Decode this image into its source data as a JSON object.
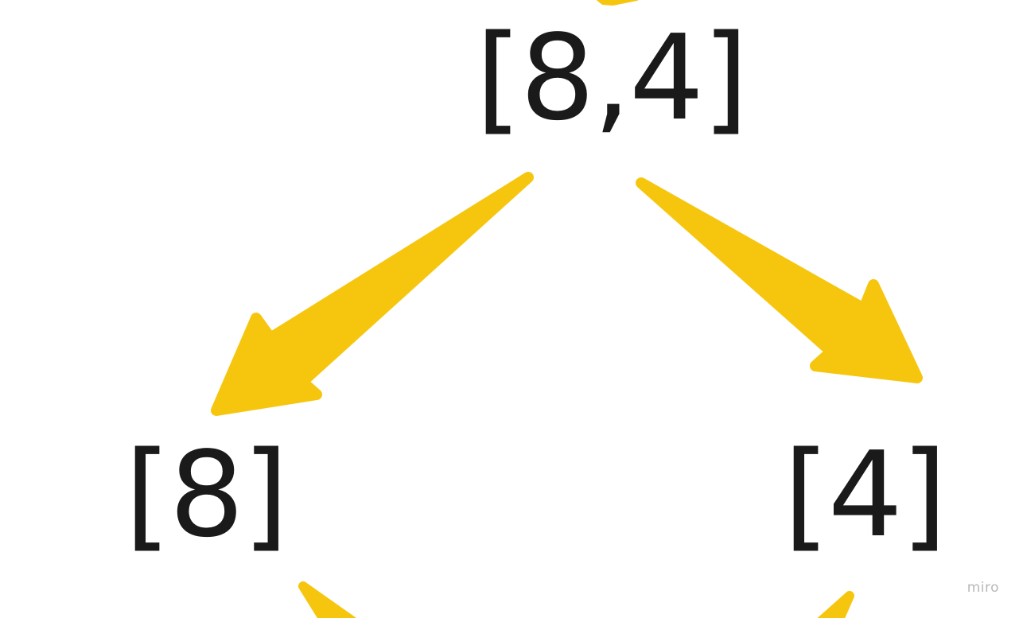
{
  "diagram": {
    "nodes": [
      {
        "id": "root",
        "label": "[8,4]"
      },
      {
        "id": "left",
        "label": "[8]"
      },
      {
        "id": "right",
        "label": "[4]"
      }
    ],
    "edges": [
      {
        "from": "root",
        "to": "left"
      },
      {
        "from": "root",
        "to": "right"
      }
    ],
    "arrow_color": "#F6C60F",
    "text_color": "#1A1A1A"
  },
  "watermark": "miro"
}
